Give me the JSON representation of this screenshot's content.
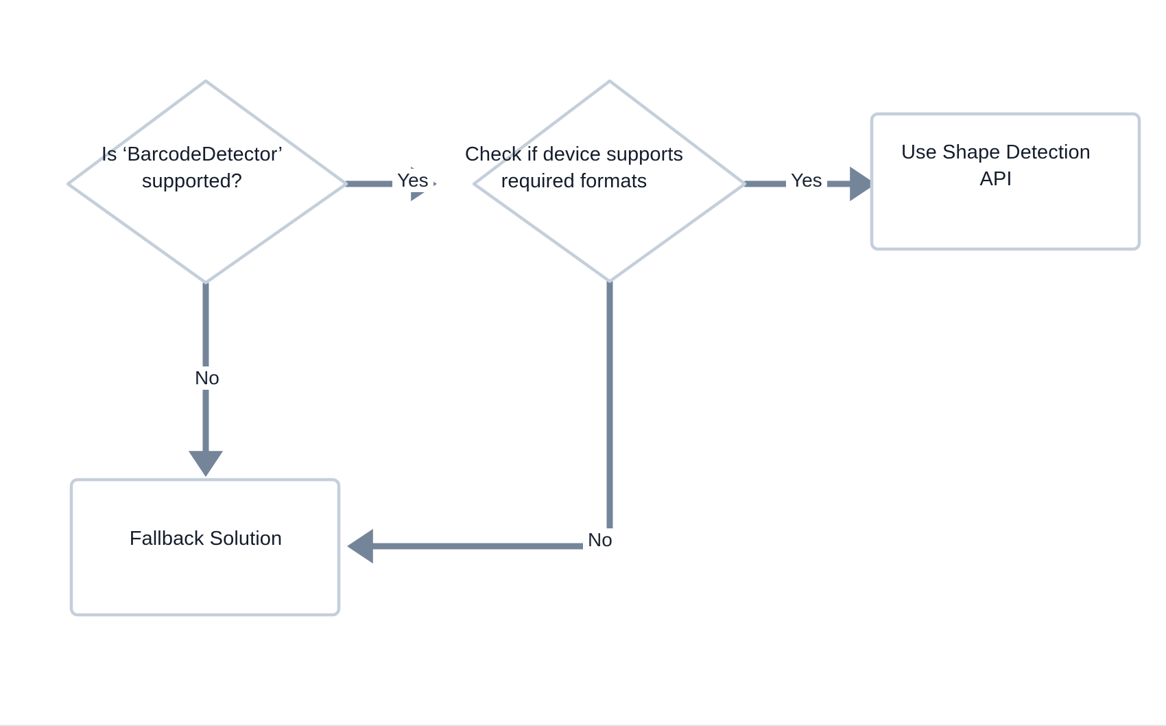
{
  "diagram": {
    "title": "Barcode detection support flowchart",
    "background_color": "#ffffff",
    "node_border_color": "#c5cfdb",
    "node_text_color": "#141c2b",
    "edge_color": "#74859a",
    "edge_label_color": "#1b2433",
    "nodes": [
      {
        "id": "decision-barcode",
        "shape": "diamond",
        "text": "Is ‘BarcodeDetector’\nsupported?"
      },
      {
        "id": "decision-formats",
        "shape": "diamond",
        "text": "Check if device supports\nrequired formats"
      },
      {
        "id": "process-shape-api",
        "shape": "rectangle",
        "text": "Use Shape Detection\nAPI"
      },
      {
        "id": "process-fallback",
        "shape": "rectangle",
        "text": "Fallback Solution"
      }
    ],
    "edges": [
      {
        "id": "edge-yes-1",
        "from": "decision-barcode",
        "to": "decision-formats",
        "label": "Yes",
        "direction": "right"
      },
      {
        "id": "edge-yes-2",
        "from": "decision-formats",
        "to": "process-shape-api",
        "label": "Yes",
        "direction": "right"
      },
      {
        "id": "edge-no-1",
        "from": "decision-barcode",
        "to": "process-fallback",
        "label": "No",
        "direction": "down"
      },
      {
        "id": "edge-no-2",
        "from": "decision-formats",
        "to": "process-fallback",
        "label": "No",
        "direction": "left"
      }
    ]
  }
}
